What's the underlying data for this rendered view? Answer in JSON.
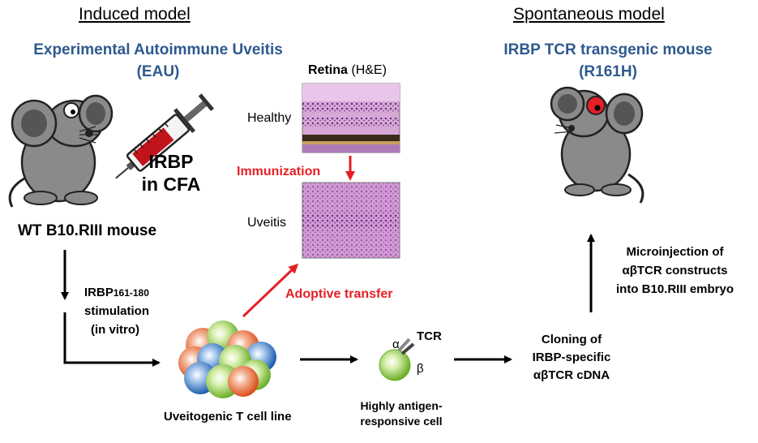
{
  "headers": {
    "induced": "Induced model",
    "spontaneous": "Spontaneous model"
  },
  "eau": {
    "line1": "Experimental Autoimmune Uveitis",
    "line2": "(EAU)"
  },
  "irbp_tcr": {
    "line1": "IRBP TCR transgenic mouse",
    "line2": "(R161H)"
  },
  "injection": {
    "line1": "IRBP",
    "line2": "in CFA"
  },
  "wt_mouse": "WT B10.RIII mouse",
  "retina": {
    "title": "Retina",
    "stain": "(H&E)",
    "healthy": "Healthy",
    "uveitis": "Uveitis"
  },
  "immunization": "Immunization",
  "adoptive_transfer": "Adoptive transfer",
  "stimulation": {
    "peptide": "IRBP",
    "residues": "161-180",
    "line2": "stimulation",
    "line3": "(in vitro)"
  },
  "t_cell_line": "Uveitogenic T cell line",
  "tcr": {
    "label": "TCR",
    "alpha": "α",
    "beta": "β"
  },
  "responsive_cell": {
    "line1": "Highly antigen-",
    "line2": "responsive cell"
  },
  "cloning": {
    "line1": "Cloning of",
    "line2": "IRBP-specific",
    "line3": "αβTCR cDNA"
  },
  "microinjection": {
    "line1": "Microinjection of",
    "line2": "αβTCR constructs",
    "line3": "into B10.RIII embryo"
  },
  "colors": {
    "title_blue": "#2e5a8e",
    "arrow_red": "#e41f26",
    "cell_green": "#8cc63f",
    "cell_orange": "#e8622c",
    "cell_blue": "#2a6ebb",
    "tissue_pink": "#c98ac4",
    "mouse_gray": "#8a8a8a",
    "eye_red": "#e41f26"
  }
}
